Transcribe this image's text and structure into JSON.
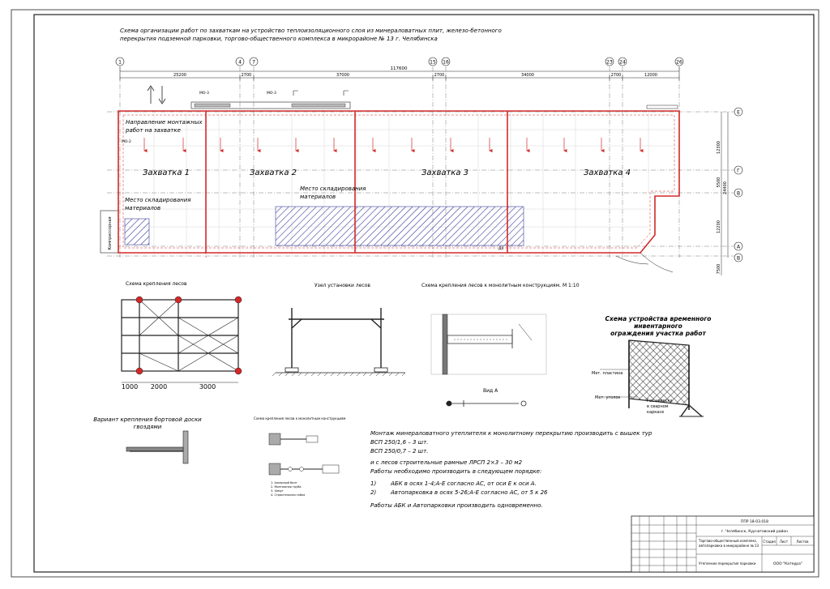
{
  "title": {
    "line1": "Схема организации работ по захваткам на устройство теплоизоляционного слоя из минераловатных плит, железо-бетонного",
    "line2": "перекрытия подземной парковки, торгово-общественного комплекса в микрорайоне № 13 г. Челябинска"
  },
  "plan": {
    "axes_top": [
      {
        "label": "1"
      },
      {
        "label": "4"
      },
      {
        "label": "7"
      },
      {
        "label": "15"
      },
      {
        "label": "16"
      },
      {
        "label": "23"
      },
      {
        "label": "24"
      },
      {
        "label": "26"
      }
    ],
    "axes_right": [
      {
        "label": "Е"
      },
      {
        "label": "Г"
      },
      {
        "label": "В"
      },
      {
        "label": "А"
      },
      {
        "label": "В"
      }
    ],
    "overall_dim": "117600",
    "dims": [
      "25200",
      "2700",
      "37000",
      "2700",
      "34000",
      "2700",
      "12000"
    ],
    "right_dims": [
      "12300",
      "5500",
      "24400",
      "12200",
      "7500"
    ],
    "direction_note_1": "Направление монтажных",
    "direction_note_2": "работ на захватке",
    "mark_md2": "МО-2",
    "mark_md3a": "МО-3",
    "mark_md3b": "МО-3",
    "zones": [
      {
        "label": "Захватка 1"
      },
      {
        "label": "Захватка 2"
      },
      {
        "label": "Захватка 3"
      },
      {
        "label": "Захватка 4"
      }
    ],
    "storage_1": "Место складирования",
    "storage_1b": "материалов",
    "storage_2": "Место складирования",
    "storage_2b": "материалов",
    "compressor": "Компрессорная",
    "mark_d4": "Д4"
  },
  "detail1": {
    "title": "Схема крепления лесов",
    "dims": [
      "1000",
      "2000",
      "3000"
    ]
  },
  "detail2": {
    "title": "Узел установки лесов"
  },
  "detail3": {
    "title": "Схема крепления лесов к монолитным конструкциям. М 1:10",
    "view": "Вид А"
  },
  "detail4": {
    "title1": "Схема устройства временного",
    "title2": "инвентарного",
    "title3": "ограждения участка работ",
    "label_a": "Мет. пластина",
    "label_b": "Мет. уголок",
    "label_c1": "Гос навеска",
    "label_c2": "в сварном",
    "label_c3": "каркасе"
  },
  "detail5": {
    "title1": "Вариант крепления бортовой доски",
    "title2": "гвоздями"
  },
  "detail6": {
    "title": "Схема крепления лесов к монолитным конструкциям",
    "legend": [
      "1. Анкерный болт",
      "2. Монтажная труба",
      "3. Хомут",
      "4. Строительная гайка"
    ]
  },
  "notes": {
    "n1": "Монтаж минераловатного утеплителя к монолитному перекрытию производить с вышек тур",
    "n2": "ВСП 250/1,6  –  3 шт.",
    "n3": "ВСП 250/0,7  –  2 шт.",
    "n4": "и с лесов строительные рамные ЛРСП 2×3  –  30 м2",
    "n5": "Работы необходимо производить в следующем порядке:",
    "n6a": "1)",
    "n6b": "АБК в осях 1-4;А-Е согласно АС, от оси Е к оси А.",
    "n7a": "2)",
    "n7b": "Автопарковка в осях 5-26;А-Е согласно АС, от 5 к 26",
    "n8": "Работы АБК и Автопарковки производить одновременно."
  },
  "stamp": {
    "code": "ППР 18-03.018",
    "city": "г. Челябинск, Курчатовский район",
    "object1": "Торгово-общественный комплекс,",
    "object2": "автопарковка в микрорайоне № 13",
    "sheet_title": "Утепление перекрытия парковки",
    "stage": "Стадия",
    "sheet": "Лист",
    "sheets": "Листов",
    "company": "ООО \"Катерра\""
  },
  "colors": {
    "red": "#d42828",
    "hatch": "#3a3a9c",
    "line": "#222222"
  }
}
